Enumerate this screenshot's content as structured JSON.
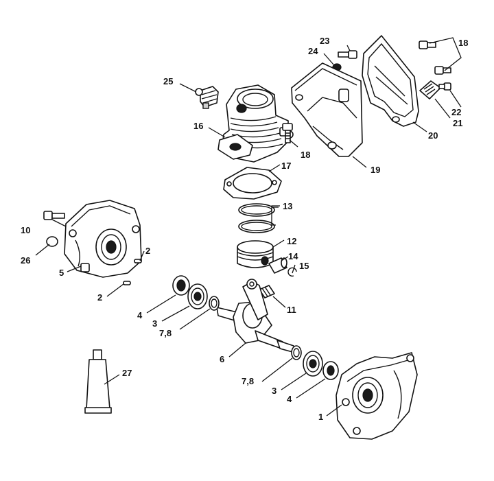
{
  "callouts": [
    {
      "id": "c23",
      "text": "23"
    },
    {
      "id": "c24",
      "text": "24"
    },
    {
      "id": "c18a",
      "text": "18"
    },
    {
      "id": "c25",
      "text": "25"
    },
    {
      "id": "c16",
      "text": "16"
    },
    {
      "id": "c18b",
      "text": "18"
    },
    {
      "id": "c22",
      "text": "22"
    },
    {
      "id": "c21",
      "text": "21"
    },
    {
      "id": "c20",
      "text": "20"
    },
    {
      "id": "c19",
      "text": "19"
    },
    {
      "id": "c17",
      "text": "17"
    },
    {
      "id": "c13",
      "text": "13"
    },
    {
      "id": "c10",
      "text": "10"
    },
    {
      "id": "c12",
      "text": "12"
    },
    {
      "id": "c26",
      "text": "26"
    },
    {
      "id": "c2a",
      "text": "2"
    },
    {
      "id": "c14",
      "text": "14"
    },
    {
      "id": "c15",
      "text": "15"
    },
    {
      "id": "c5",
      "text": "5"
    },
    {
      "id": "c2b",
      "text": "2"
    },
    {
      "id": "c11",
      "text": "11"
    },
    {
      "id": "c4a",
      "text": "4"
    },
    {
      "id": "c3a",
      "text": "3"
    },
    {
      "id": "c78a",
      "text": "7,8"
    },
    {
      "id": "c6",
      "text": "6"
    },
    {
      "id": "c27",
      "text": "27"
    },
    {
      "id": "c78b",
      "text": "7,8"
    },
    {
      "id": "c3b",
      "text": "3"
    },
    {
      "id": "c4b",
      "text": "4"
    },
    {
      "id": "c1",
      "text": "1"
    }
  ]
}
